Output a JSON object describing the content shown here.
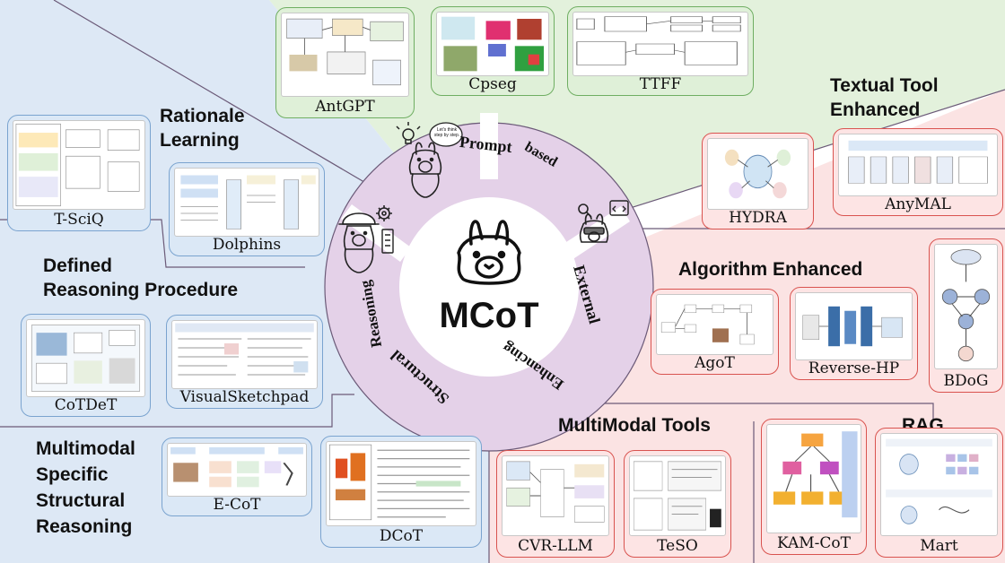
{
  "center": {
    "title": "MCoT",
    "segments": {
      "prompt": [
        "Prompt",
        "based"
      ],
      "external": [
        "External",
        "Enhancing"
      ],
      "structural": [
        "Structural",
        "Reasoning"
      ]
    },
    "bubble": "Let's think step by step."
  },
  "categories": {
    "rationale": [
      "Rationale",
      "Learning"
    ],
    "defined": [
      "Defined",
      "Reasoning Procedure"
    ],
    "multimodal": [
      "Multimodal",
      "Specific",
      "Structural",
      "Reasoning"
    ],
    "textual": [
      "Textual Tool",
      "Enhanced"
    ],
    "algorithm": "Algorithm Enhanced",
    "tools": "MultiModal Tools",
    "rag": "RAG"
  },
  "methods": {
    "antgpt": "AntGPT",
    "cpseg": "Cpseg",
    "ttff": "TTFF",
    "tsciq": "T-SciQ",
    "dolphins": "Dolphins",
    "cotdet": "CoTDeT",
    "visualsketchpad": "VisualSketchpad",
    "ecot": "E-CoT",
    "dcot": "DCoT",
    "hydra": "HYDRA",
    "anymal": "AnyMAL",
    "agot": "AgoT",
    "reversehp": "Reverse-HP",
    "bdog": "BDoG",
    "cvrllm": "CVR-LLM",
    "teso": "TeSO",
    "kamcot": "KAM-CoT",
    "mart": "Mart"
  },
  "colors": {
    "green_region": "#e3f1dc",
    "red_region": "#fbe3e3",
    "blue_region": "#dde8f5",
    "ring": "#e4d1e8",
    "divider": "#6b5a78"
  }
}
